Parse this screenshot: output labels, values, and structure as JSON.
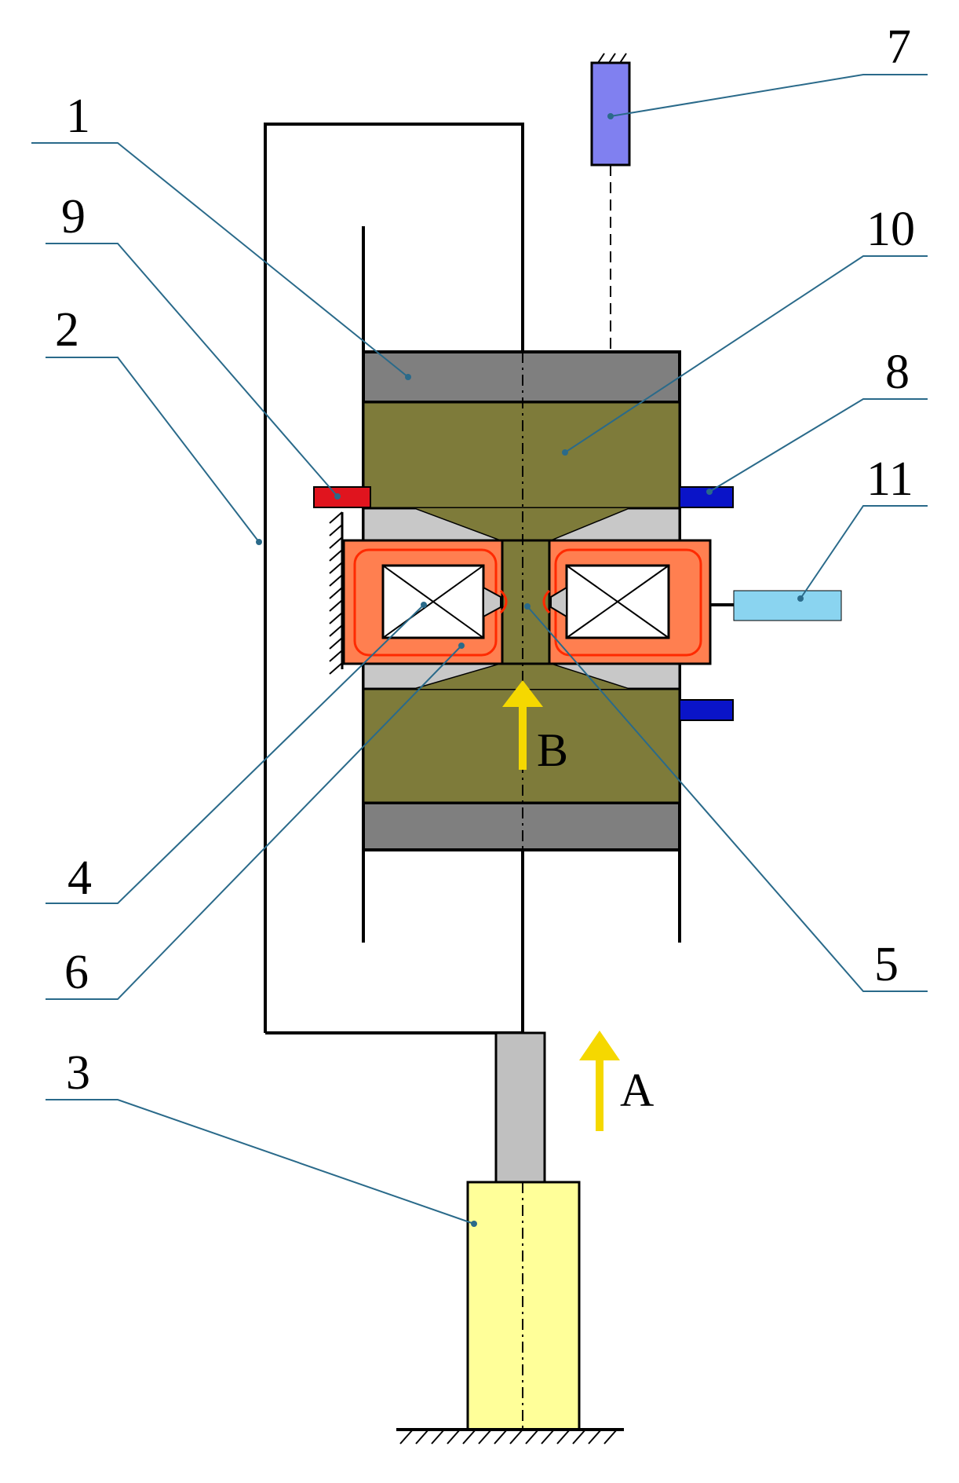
{
  "diagram": {
    "labels": {
      "l1": "1",
      "l2": "2",
      "l3": "3",
      "l4": "4",
      "l5": "5",
      "l6": "6",
      "l7": "7",
      "l8": "8",
      "l9": "9",
      "l10": "10",
      "l11": "11"
    },
    "arrows": {
      "a": "A",
      "b": "B"
    },
    "colors": {
      "frame": "#000000",
      "plate": "#7f7f7f",
      "core": "#7e7b3a",
      "pole_piece": "#c8c8c8",
      "coil_housing": "#ff7f50",
      "coil_inner_line": "#ff2a00",
      "actuator": "#ffff99",
      "piston_rod": "#c0c0c0",
      "sensor_top": "#8080f0",
      "sensor_right": "#0a14c8",
      "sensor_left": "#e0141e",
      "connector": "#8ad4f0",
      "arrow": "#f5d800",
      "leader": "#2a6a8a"
    }
  }
}
